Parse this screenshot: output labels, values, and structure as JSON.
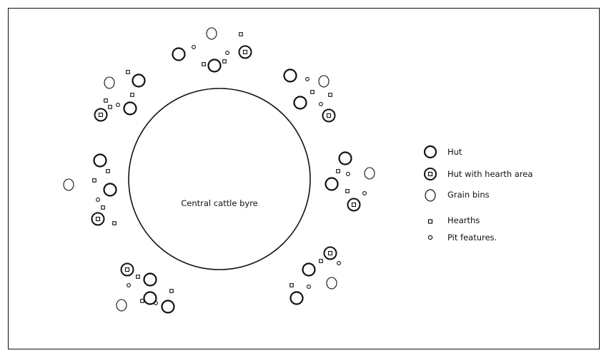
{
  "center": {
    "label": "Central cattle byre"
  },
  "legend": {
    "items": [
      {
        "kind": "hut",
        "label": "Hut"
      },
      {
        "kind": "hut-hearth",
        "label": "Hut with hearth area"
      },
      {
        "kind": "grain-bin",
        "label": "Grain bins"
      },
      {
        "kind": "hearth",
        "label": "Hearths"
      },
      {
        "kind": "pit",
        "label": "Pit features."
      }
    ]
  },
  "colors": {
    "ink": "#111111",
    "background": "#ffffff"
  }
}
